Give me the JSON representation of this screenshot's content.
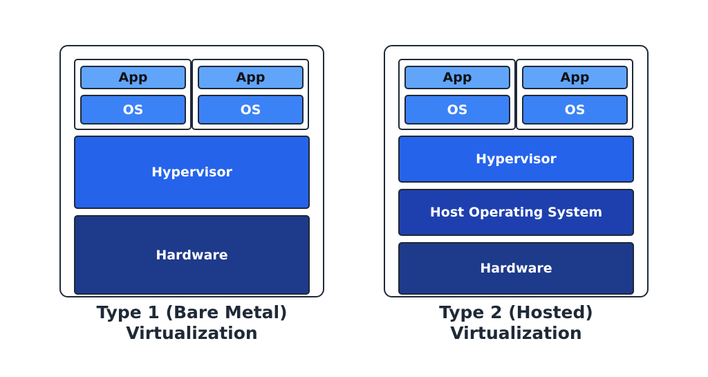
{
  "type1": {
    "vms": [
      {
        "app": "App",
        "os": "OS"
      },
      {
        "app": "App",
        "os": "OS"
      }
    ],
    "hypervisor": "Hypervisor",
    "hardware": "Hardware",
    "caption_line1": "Type 1 (Bare Metal)",
    "caption_line2": "Virtualization"
  },
  "type2": {
    "vms": [
      {
        "app": "App",
        "os": "OS"
      },
      {
        "app": "App",
        "os": "OS"
      }
    ],
    "hypervisor": "Hypervisor",
    "host_os": "Host Operating System",
    "hardware": "Hardware",
    "caption_line1": "Type 2 (Hosted)",
    "caption_line2": "Virtualization"
  },
  "colors": {
    "app": "#60a5fa",
    "os": "#3b82f6",
    "hypervisor": "#2563eb",
    "host_os": "#1e40af",
    "hardware": "#1e3a8a",
    "border": "#1f2937"
  }
}
